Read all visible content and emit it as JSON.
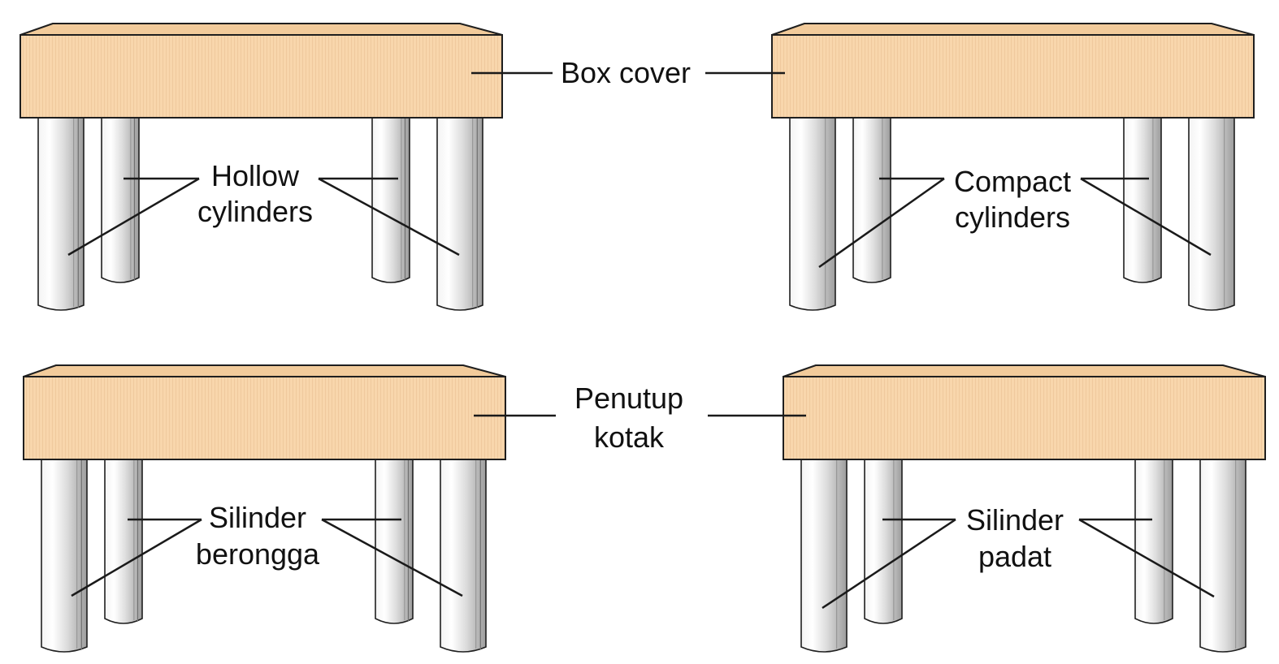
{
  "labels": {
    "box_cover": "Box cover",
    "hollow_line1": "Hollow",
    "hollow_line2": "cylinders",
    "compact_line1": "Compact",
    "compact_line2": "cylinders",
    "penutup_line1": "Penutup",
    "penutup_line2": "kotak",
    "berongga_line1": "Silinder",
    "berongga_line2": "berongga",
    "padat_line1": "Silinder",
    "padat_line2": "padat"
  },
  "colors": {
    "cover_fill": "#f8d6ac",
    "cover_top": "#f2cb9b",
    "cover_stripe": "#e2b98a",
    "outline": "#1f1f1f",
    "cylinder_light": "#fbfbfb",
    "cylinder_mid": "#e2e2e2",
    "cylinder_dark": "#a9a9a9"
  }
}
